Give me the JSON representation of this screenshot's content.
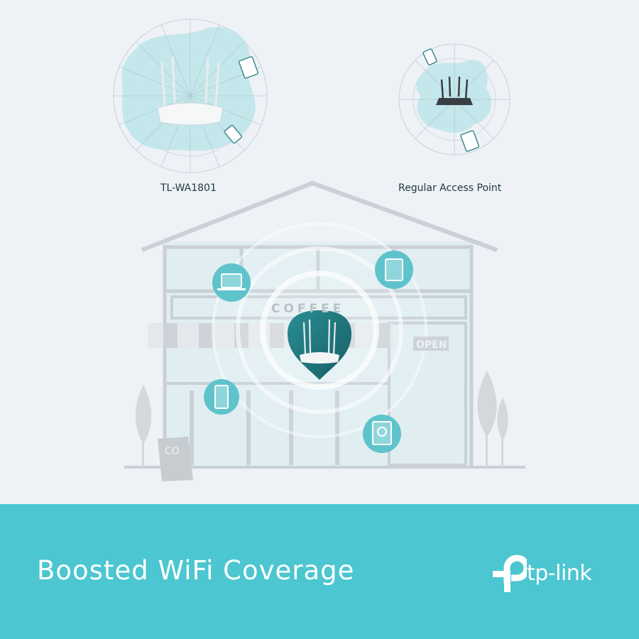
{
  "comparison": {
    "left_label": "TL-WA1801",
    "right_label": "Regular Access Point"
  },
  "scene": {
    "sign_text": "COFFEE",
    "open_sign": "OPEN",
    "chalkboard_text": "CO",
    "devices": [
      "laptop-icon",
      "tablet-icon",
      "phone-icon",
      "speaker-icon"
    ]
  },
  "banner": {
    "headline": "Boosted WiFi Coverage",
    "brand": "tp-link"
  },
  "colors": {
    "background": "#eef1f6",
    "banner": "#4cc6d0",
    "coverage_blob": "#bfe6ea",
    "device_circle": "#5fc3cc",
    "pin": "#1f7b82",
    "regular_router": "#3a3f44"
  }
}
